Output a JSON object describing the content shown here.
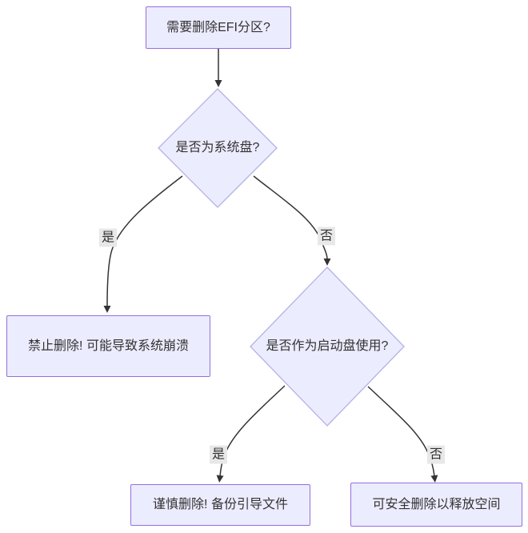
{
  "diagram": {
    "type": "flowchart",
    "direction": "top-down",
    "nodes": [
      {
        "id": "A",
        "shape": "rectangle",
        "label": "需要删除EFI分区?"
      },
      {
        "id": "B",
        "shape": "diamond",
        "label": "是否为系统盘?"
      },
      {
        "id": "C",
        "shape": "rectangle",
        "label": "禁止删除! 可能导致系统崩溃"
      },
      {
        "id": "D",
        "shape": "diamond",
        "label": "是否作为启动盘使用?"
      },
      {
        "id": "E",
        "shape": "rectangle",
        "label": "谨慎删除! 备份引导文件"
      },
      {
        "id": "F",
        "shape": "rectangle",
        "label": "可安全删除以释放空间"
      }
    ],
    "edges": [
      {
        "from": "A",
        "to": "B",
        "label": ""
      },
      {
        "from": "B",
        "to": "C",
        "label": "是"
      },
      {
        "from": "B",
        "to": "D",
        "label": "否"
      },
      {
        "from": "D",
        "to": "E",
        "label": "是"
      },
      {
        "from": "D",
        "to": "F",
        "label": "否"
      }
    ],
    "colors": {
      "background": "#ffffff",
      "node_fill": "#ECECFF",
      "rect_border": "#9370DB",
      "diamond_border": "#B2B2E6",
      "edge_stroke": "#333333",
      "text": "#333333",
      "edge_label_bg": "#E8E8E8"
    }
  }
}
